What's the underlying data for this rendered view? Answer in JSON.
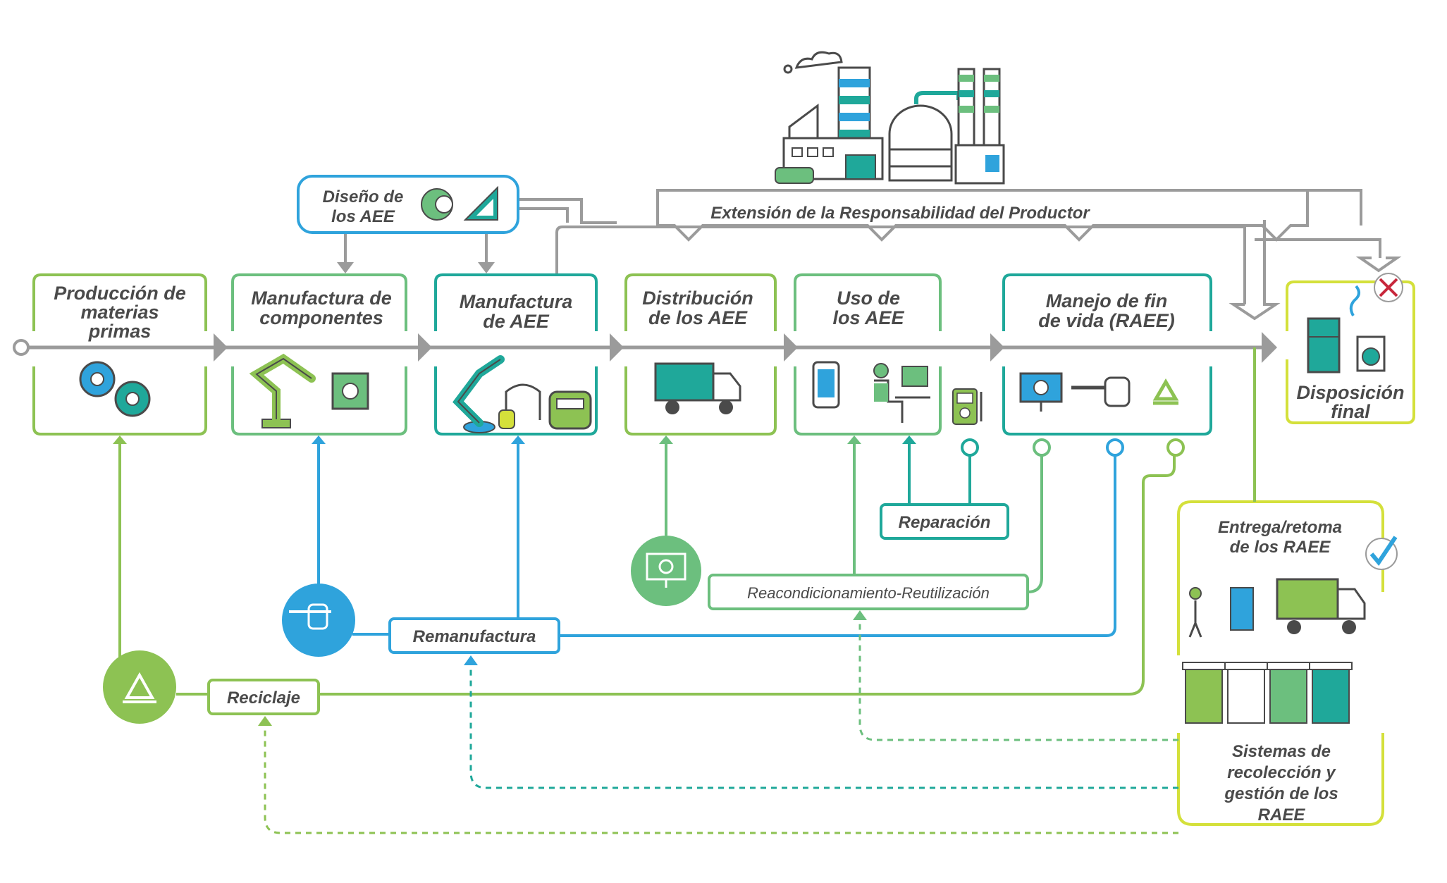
{
  "colors": {
    "light_green": "#8dc253",
    "mid_green": "#6cbf7e",
    "teal": "#1fa89a",
    "blue": "#2fa3dc",
    "gray": "#9b9b9b",
    "dark_gray": "#4a4a4a",
    "red": "#c8283c"
  },
  "stages": [
    {
      "line1": "Producción de",
      "line2": "materias",
      "line3": "primas",
      "icon": "gears-icon"
    },
    {
      "line1": "Manufactura de",
      "line2": "componentes",
      "icon": "robot-arm-chip-icon"
    },
    {
      "line1": "Manufactura",
      "line2": "de AEE",
      "icon": "robot-arm-appliances-icon"
    },
    {
      "line1": "Distribución",
      "line2": "de los AEE",
      "icon": "truck-icon"
    },
    {
      "line1": "Uso de",
      "line2": "los AEE",
      "icon": "phone-computer-user-icon"
    },
    {
      "line1": "Manejo de fin",
      "line2": "de vida (RAEE)",
      "icon": "monitor-tools-recycle-icon"
    }
  ],
  "design": {
    "line1": "Diseño de",
    "line2": "los AEE",
    "icon": "brain-gear-ruler-icon"
  },
  "epr": {
    "label": "Extensión de la Responsabilidad del Productor",
    "icon": "factory-icon"
  },
  "disposal": {
    "line1": "Disposición",
    "line2": "final",
    "icon": "discarded-appliances-icon",
    "badge": "cross-icon"
  },
  "loops": {
    "repair": "Reparación",
    "refurbish": "Reacondicionamiento-Reutilización",
    "remanufacture": "Remanufactura",
    "recycle": "Reciclaje"
  },
  "collection": {
    "delivery_line1": "Entrega/retoma",
    "delivery_line2": "de los RAEE",
    "systems_line1": "Sistemas de",
    "systems_line2": "recolección y",
    "systems_line3": "gestión de los",
    "systems_line4": "RAEE",
    "check": "check-icon"
  }
}
